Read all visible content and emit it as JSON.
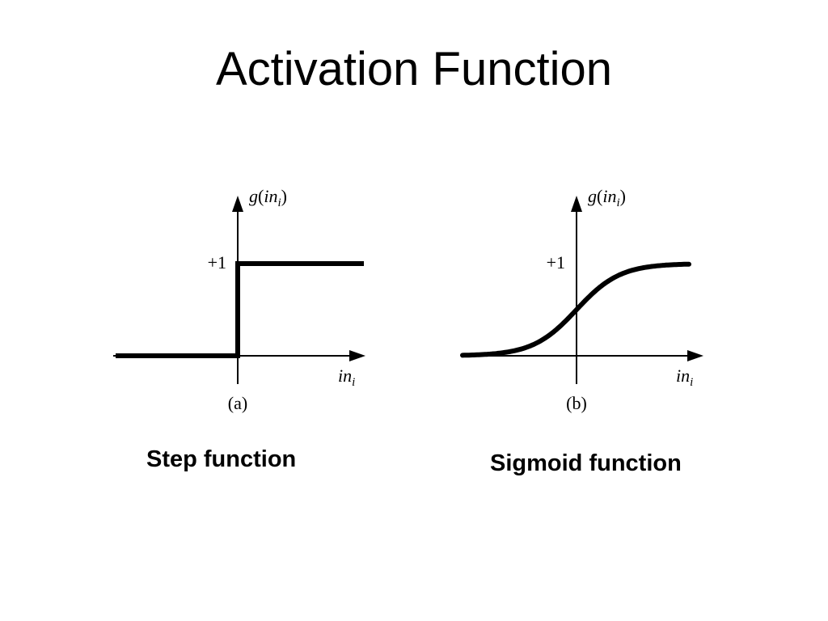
{
  "slide": {
    "title": "Activation Function"
  },
  "panels": [
    {
      "caption": "Step function",
      "label": "(a)",
      "y_axis_label": {
        "fn": "g",
        "open": "(",
        "var": "in",
        "sub": "i",
        "close": ")"
      },
      "x_axis_label": {
        "var": "in",
        "sub": "i"
      },
      "y_tick": "+1"
    },
    {
      "caption": "Sigmoid function",
      "label": "(b)",
      "y_axis_label": {
        "fn": "g",
        "open": "(",
        "var": "in",
        "sub": "i",
        "close": ")"
      },
      "x_axis_label": {
        "var": "in",
        "sub": "i"
      },
      "y_tick": "+1"
    }
  ]
}
